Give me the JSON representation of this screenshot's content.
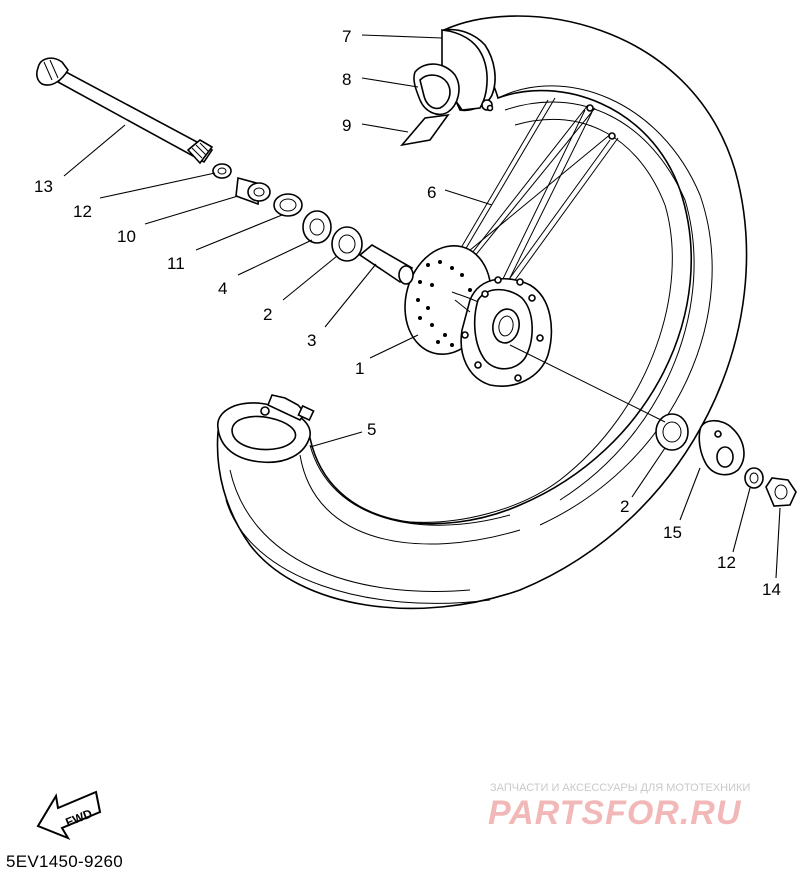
{
  "diagram_code": "5EV1450-9260",
  "fwd_label": "FWD",
  "watermark": {
    "tagline": "ЗАПЧАСТИ И АКСЕССУАРЫ ДЛЯ МОТОТЕХНИКИ",
    "logo_text": "PARTSFOR.RU"
  },
  "callouts": [
    "7",
    "8",
    "9",
    "6",
    "13",
    "12",
    "10",
    "11",
    "4",
    "2",
    "3",
    "1",
    "5",
    "2",
    "15",
    "12",
    "14"
  ]
}
